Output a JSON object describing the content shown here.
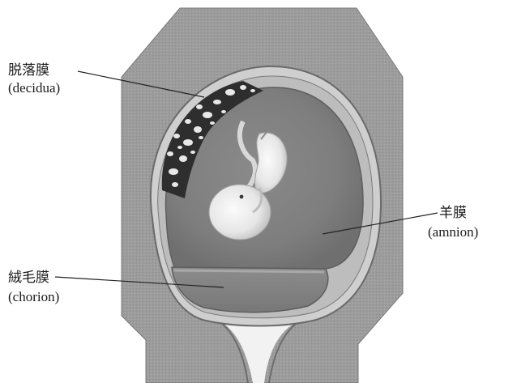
{
  "labels": {
    "decidua": {
      "jp": "脱落膜",
      "en": "(decidua)"
    },
    "amnion": {
      "jp": "羊膜",
      "en": "(amnion)"
    },
    "chorion": {
      "jp": "絨毛膜",
      "en": "(chorion)"
    }
  }
}
